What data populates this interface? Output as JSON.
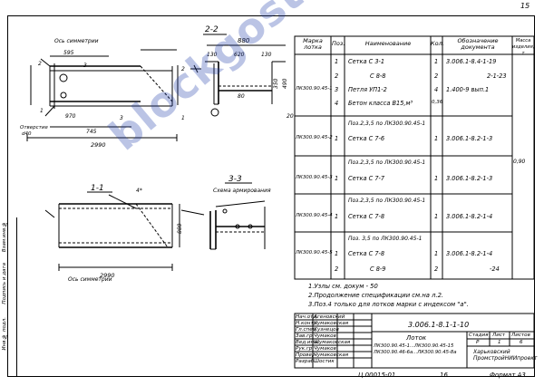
{
  "sheet": {
    "page_number": "15",
    "format_label": "Формат А3",
    "bottom_code": "Ц.00015-01",
    "bottom_num": "16"
  },
  "views": {
    "view_2_2": {
      "title": "2-2",
      "dims": [
        "880",
        "130",
        "620",
        "130",
        "80",
        "490",
        "350",
        "20"
      ]
    },
    "view_1_1": {
      "title": "1-1",
      "dims": [
        "2990",
        "880",
        "4*"
      ]
    },
    "view_3_3": {
      "title": "3-3",
      "subtitle": "Схема армирования"
    },
    "plan": {
      "axis_label": "Ось симметрии",
      "dims": [
        "595",
        "970",
        "745",
        "2990",
        "3",
        "2",
        "490",
        "350",
        "130",
        "1",
        "3",
        "1",
        "3"
      ],
      "hole_label": "Отверстие\nd40",
      "axis_label_bottom": "Ось симметрии"
    }
  },
  "spec": {
    "headers": {
      "mark": "Марка\nлотка",
      "pos": "Поз.",
      "name": "Наименование",
      "qty": "Кол.",
      "doc": "Обозначение\nдокумента",
      "mass": "Масса\nизделия, т"
    },
    "rows": [
      {
        "mark": "",
        "pos": "1",
        "name": "Сетка   С 3-1",
        "qty": "1",
        "doc": "3.006.1-8.4-1-19"
      },
      {
        "mark": "",
        "pos": "2",
        "name": "С 8-8",
        "qty": "2",
        "doc": "2-1-23"
      },
      {
        "mark": "ЛК300.90.45-1",
        "pos": "3",
        "name": "Петля  УП1-2",
        "qty": "4",
        "doc": "1.400-9  вып.1"
      },
      {
        "mark": "",
        "pos": "4",
        "name": "Бетон класса В15,м³",
        "qty": "0,36",
        "doc": ""
      },
      {
        "mark": "",
        "pos": "",
        "name": "Поз.2,3,5 по ЛК300.90.45-1",
        "qty": "",
        "doc": ""
      },
      {
        "mark": "ЛК300.90.45-2",
        "pos": "1",
        "name": "Сетка   С 7-6",
        "qty": "1",
        "doc": "3.006.1-8.2-1-3"
      },
      {
        "mark": "",
        "pos": "",
        "name": "Поз.2,3,5 по ЛК300.90.45-1",
        "qty": "",
        "doc": ""
      },
      {
        "mark": "ЛК300.90.45-3",
        "pos": "1",
        "name": "Сетка   С 7-7",
        "qty": "1",
        "doc": "3.006.1-8.2-1-3"
      },
      {
        "mark": "",
        "pos": "",
        "name": "Поз.2,3,5 по ЛК300.90.45-1",
        "qty": "",
        "doc": ""
      },
      {
        "mark": "ЛК300.90.45-4",
        "pos": "1",
        "name": "Сетка   С 7-8",
        "qty": "1",
        "doc": "3.006.1-8.2-1-4"
      },
      {
        "mark": "",
        "pos": "",
        "name": "Поз. 3,5 по ЛК300.90.45-1",
        "qty": "",
        "doc": ""
      },
      {
        "mark": "ЛК300.90.45-5",
        "pos": "1",
        "name": "Сетка   С 7-8",
        "qty": "1",
        "doc": "3.006.1-8.2-1-4"
      },
      {
        "mark": "",
        "pos": "2",
        "name": "С 8-9",
        "qty": "2",
        "doc": "-24"
      }
    ],
    "mass_value": "0,90"
  },
  "notes": [
    "1.Узлы см. докум - 50",
    "2.Продолжение спецификации см.на л.2.",
    "3.Поз.4 только для лотков марки с индексом \"а\"."
  ],
  "title_block": {
    "doc_code": "3.006.1-8.1-1-10",
    "name": "Лоток",
    "marks": "ЛК300.90.45-1...ЛК300.90.45-15\nЛК300.90.46-6а...ЛК300.90.45-8а",
    "stage_hdr": "Стадия",
    "sheet_hdr": "Лист",
    "sheets_hdr": "Листов",
    "stage": "Р",
    "sheet": "1",
    "sheets": "6",
    "org": "Харьковский\nПромстройНИИпроект",
    "people": [
      {
        "role": "Нач.отд.",
        "name": "Агеновский"
      },
      {
        "role": "Н.контр.",
        "name": "Чумаковская"
      },
      {
        "role": "Гл.спец.",
        "name": "Кузнецов"
      },
      {
        "role": "Зав.гр.",
        "name": "Чумаков"
      },
      {
        "role": "Вед.инж.",
        "name": "Шумаковская"
      },
      {
        "role": "Рук.гр.",
        "name": "Чумаков"
      },
      {
        "role": "Провер.",
        "name": "Чумаковская"
      },
      {
        "role": "Разраб.",
        "name": "Шостик"
      }
    ]
  },
  "side_stamp": {
    "inv": "Инв.№ подл.",
    "sign": "Подпись и дата",
    "inv2": "Взам.инв.№"
  },
  "watermark": "blockgost.ru"
}
